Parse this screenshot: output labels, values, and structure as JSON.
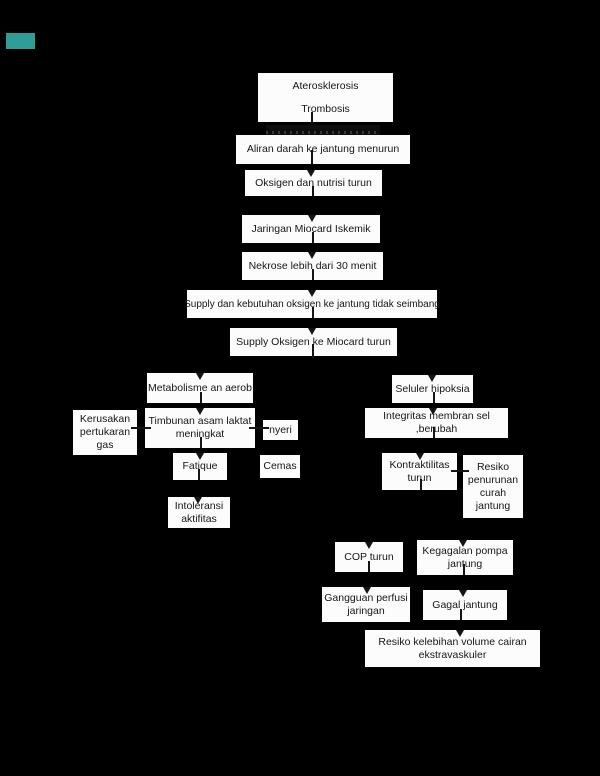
{
  "document": {
    "background_color": "#000000",
    "highlight_marker_color": "#2f9e97"
  },
  "diagram": {
    "type": "flowchart",
    "nodes": [
      {
        "id": "aterosklerosis",
        "lines": [
          "Aterosklerosis",
          "Trombosis"
        ]
      },
      {
        "id": "aliran-darah",
        "lines": [
          "Aliran darah ke jantung menurun"
        ]
      },
      {
        "id": "oksigen-nutrisi",
        "lines": [
          "Oksigen dan nutrisi turun"
        ]
      },
      {
        "id": "jaringan-miocard",
        "lines": [
          "Jaringan Miocard Iskemik"
        ]
      },
      {
        "id": "nekrose",
        "lines": [
          "Nekrose lebih dari 30 menit"
        ]
      },
      {
        "id": "supply-kebutuhan",
        "lines": [
          "Supply dan kebutuhan oksigen ke jantung tidak seimbang"
        ]
      },
      {
        "id": "supply-oksigen",
        "lines": [
          "Supply Oksigen ke Miocard turun"
        ]
      },
      {
        "id": "metabolisme",
        "lines": [
          "Metabolisme an aerob"
        ]
      },
      {
        "id": "timbunan",
        "lines": [
          "Timbunan asam laktat",
          "meningkat"
        ]
      },
      {
        "id": "kerusakan",
        "lines": [
          "Kerusakan",
          "pertukaran",
          "gas"
        ]
      },
      {
        "id": "nyeri",
        "lines": [
          "nyeri"
        ]
      },
      {
        "id": "fatique",
        "lines": [
          "Fatique"
        ]
      },
      {
        "id": "cemas",
        "lines": [
          "Cemas"
        ]
      },
      {
        "id": "intoleransi",
        "lines": [
          "Intoleransi",
          "aktifitas"
        ]
      },
      {
        "id": "seluler-hipoksia",
        "lines": [
          "Seluler hipoksia"
        ]
      },
      {
        "id": "integritas-membran",
        "lines": [
          "Integritas membran sel",
          ",berubah"
        ]
      },
      {
        "id": "kontraktilitas",
        "lines": [
          "Kontraktilitas",
          "turun"
        ]
      },
      {
        "id": "resiko-penurunan",
        "lines": [
          "Resiko",
          "penurunan",
          "curah",
          "jantung"
        ]
      },
      {
        "id": "cop-turun",
        "lines": [
          "COP turun"
        ]
      },
      {
        "id": "kegagalan-pompa",
        "lines": [
          "Kegagalan pompa",
          "jantung"
        ]
      },
      {
        "id": "gangguan-perfusi",
        "lines": [
          "Gangguan perfusi",
          "jaringan"
        ]
      },
      {
        "id": "gagal-jantung",
        "lines": [
          "Gagal jantung"
        ]
      },
      {
        "id": "resiko-kelebihan",
        "lines": [
          "Resiko kelebihan volume cairan",
          "ekstravaskuler"
        ]
      }
    ]
  }
}
